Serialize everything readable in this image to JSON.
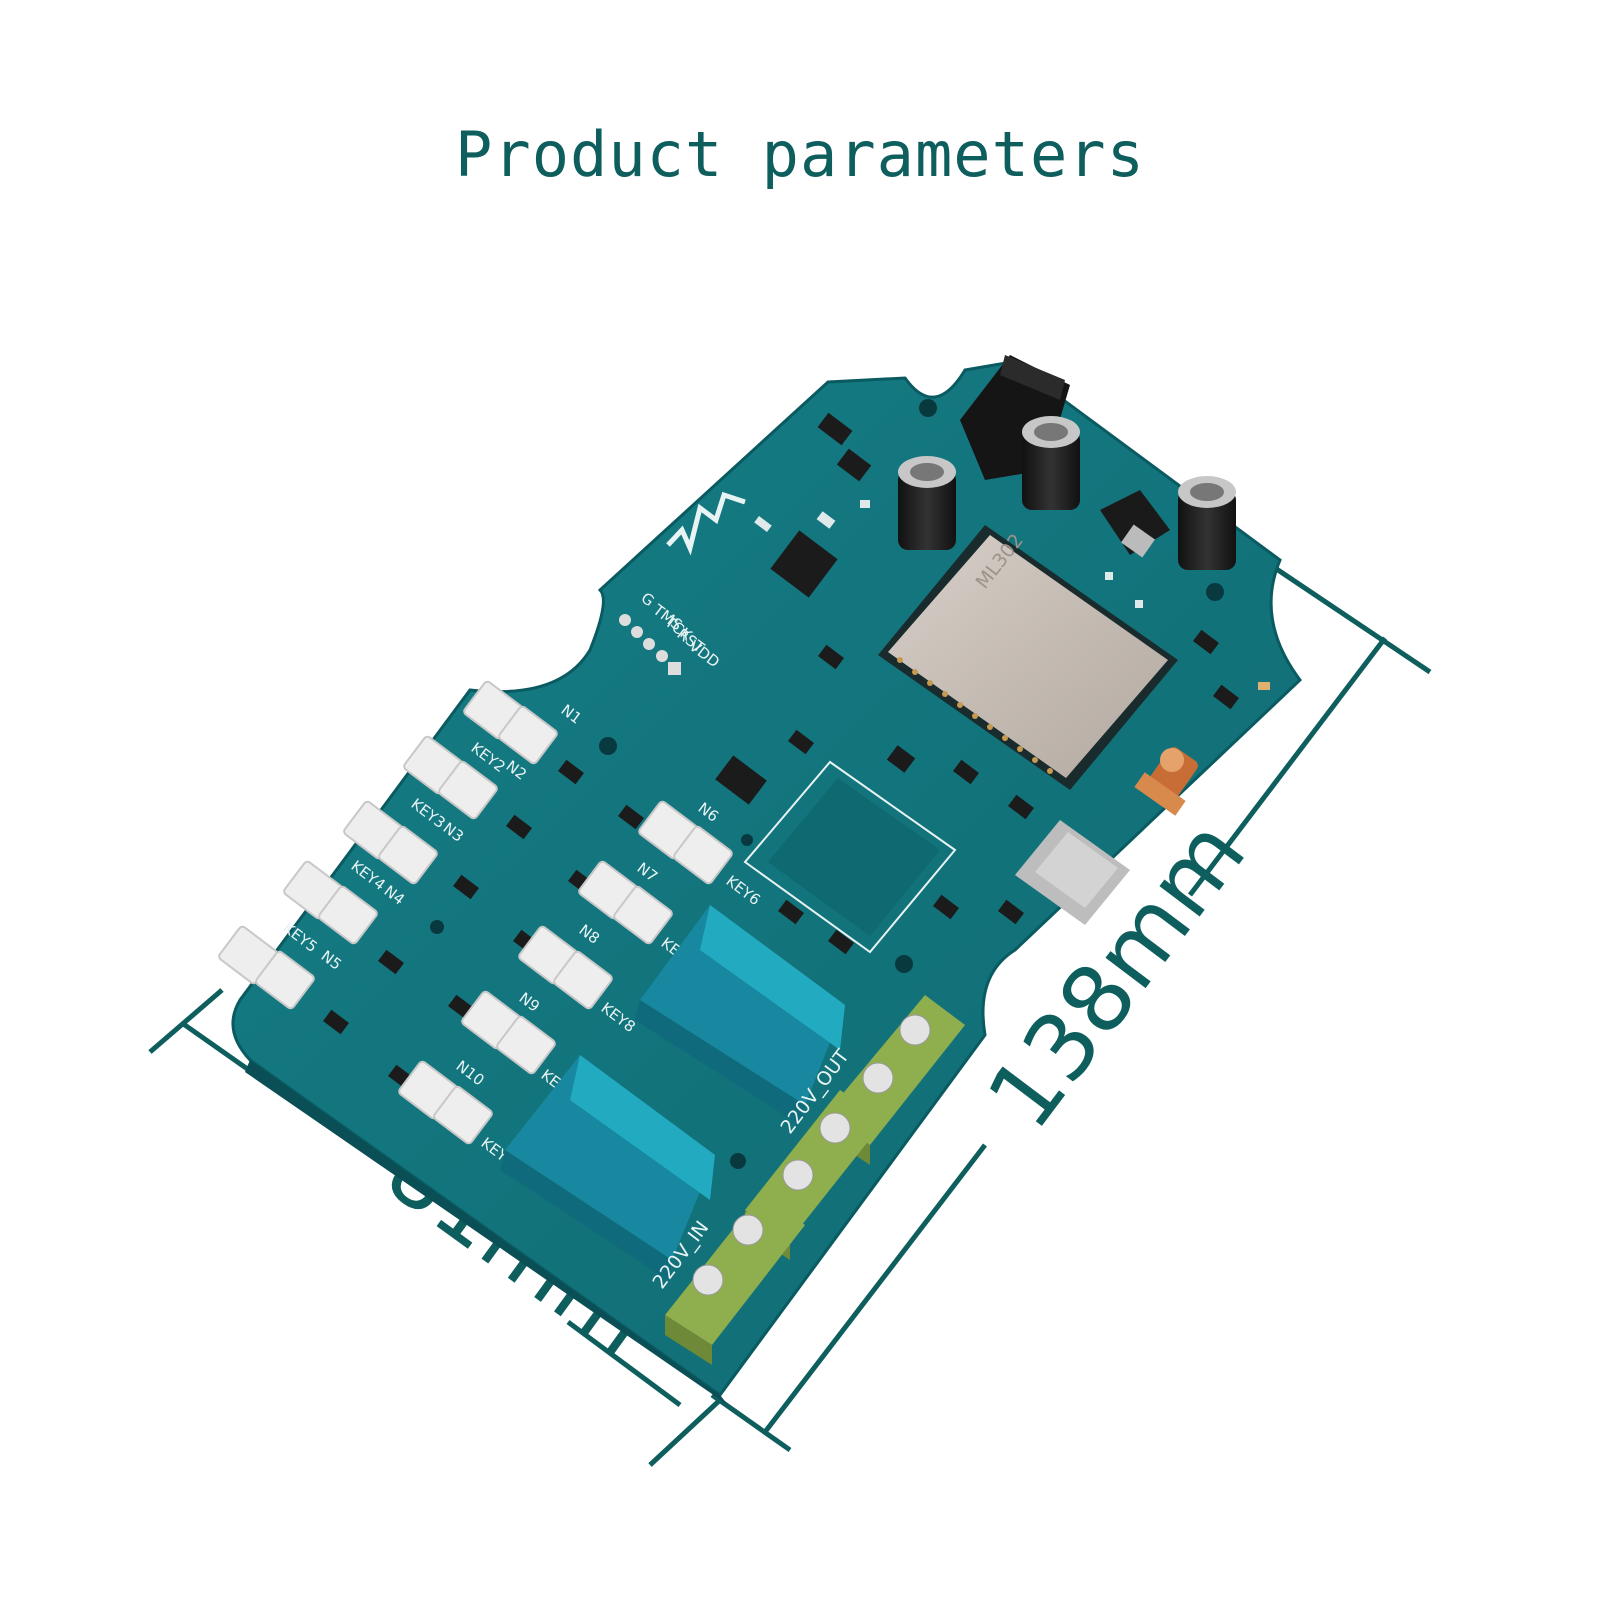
{
  "title": "Product parameters",
  "dimensions": {
    "width_label": "81mm",
    "length_label": "138mm"
  },
  "board_markings": {
    "terminal_in": "220V_IN",
    "terminal_out": "220V_OUT",
    "debug_pins": [
      "G",
      "TMS",
      "TCK",
      "RST",
      "VDD"
    ],
    "key_labels": [
      "KEY2",
      "KEY3",
      "KEY4",
      "KEY5",
      "KEY6",
      "KEY7",
      "KEY8",
      "KEY9",
      "KEY10"
    ],
    "in_labels": [
      "N1",
      "N2",
      "N3",
      "N4",
      "N5",
      "N6",
      "N7",
      "N8",
      "N9",
      "N10"
    ],
    "module_label": "ML302"
  },
  "colors": {
    "title": "#0e5e5e",
    "pcb": "#11727a",
    "relay": "#1ea3b3",
    "terminal": "#8fae4e",
    "module": "#c9c1ba",
    "dimension_line": "#0e5e5e"
  }
}
